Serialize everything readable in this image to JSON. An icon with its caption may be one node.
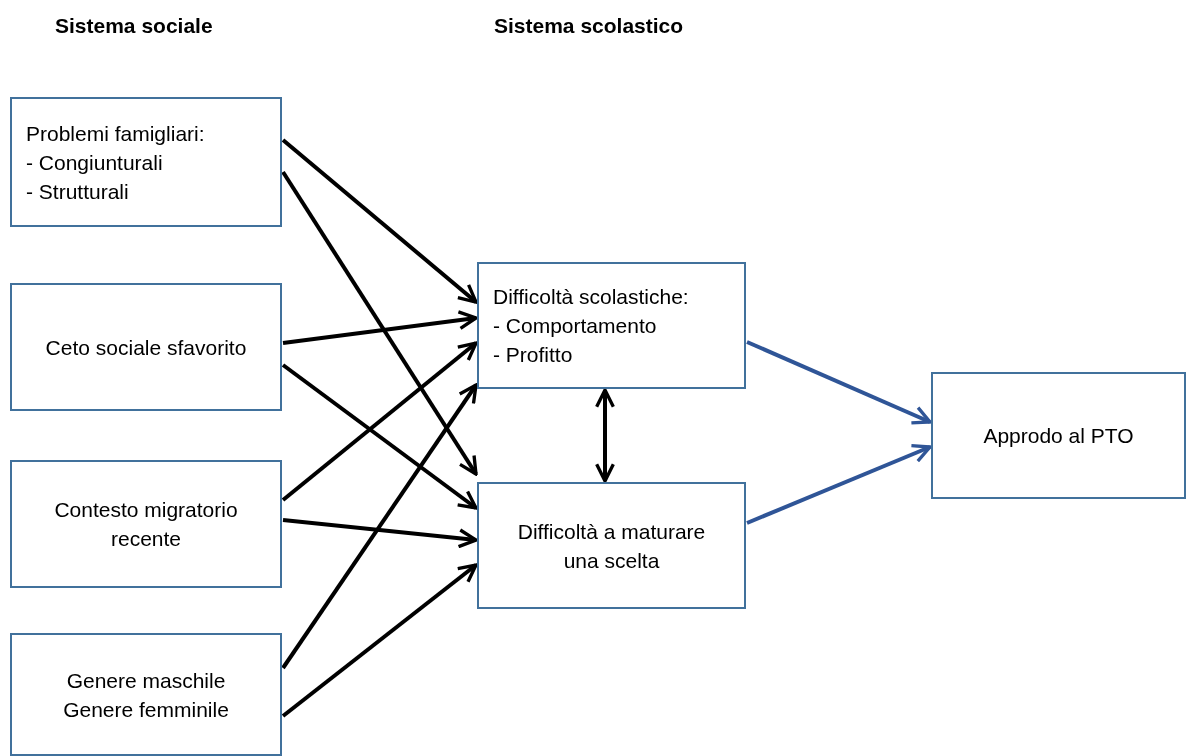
{
  "diagram": {
    "nodes": [
      {
        "text": [
          "Problemi famigliari:",
          "- Congiunturali",
          "- Strutturali"
        ]
      },
      {
        "text": [
          "Ceto sociale sfavorito"
        ]
      },
      {
        "text": [
          "Contesto migratorio recente"
        ]
      },
      {
        "text": [
          "Genere maschile",
          "Genere femminile"
        ]
      },
      {
        "text": [
          "Difficoltà scolastiche:",
          "- Comportamento",
          "- Profitto"
        ]
      },
      {
        "text": [
          "Difficoltà a maturare una scelta"
        ]
      },
      {
        "text": [
          "Approdo al PTO"
        ]
      }
    ],
    "edges": [
      {
        "from": 0,
        "to": 4,
        "arrow": "to"
      },
      {
        "from": 0,
        "to": 5,
        "arrow": "to"
      },
      {
        "from": 1,
        "to": 4,
        "arrow": "to"
      },
      {
        "from": 1,
        "to": 5,
        "arrow": "to"
      },
      {
        "from": 2,
        "to": 4,
        "arrow": "to"
      },
      {
        "from": 2,
        "to": 5,
        "arrow": "to"
      },
      {
        "from": 3,
        "to": 4,
        "arrow": "to"
      },
      {
        "from": 3,
        "to": 5,
        "arrow": "to"
      },
      {
        "from": 4,
        "to": 5,
        "arrow": "both"
      },
      {
        "from": 4,
        "to": 6,
        "arrow": "to",
        "color": "#2f5597"
      },
      {
        "from": 5,
        "to": 6,
        "arrow": "to",
        "color": "#2f5597"
      }
    ],
    "labels": [
      "Sistema sociale",
      "Sistema scolastico"
    ]
  }
}
